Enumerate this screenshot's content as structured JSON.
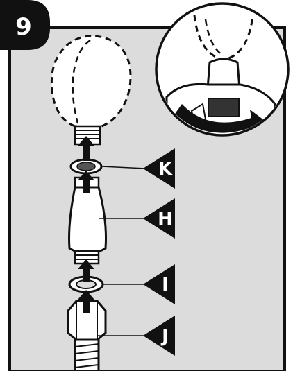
{
  "step": {
    "number": "9"
  },
  "callouts": [
    {
      "id": "K",
      "label": "K",
      "part": "screen-washer"
    },
    {
      "id": "H",
      "label": "H",
      "part": "adapter"
    },
    {
      "id": "I",
      "label": "I",
      "part": "washer"
    },
    {
      "id": "J",
      "label": "J",
      "part": "hose-nut"
    }
  ],
  "colors": {
    "panel": "#dcdcdc",
    "ink": "#111111",
    "paper": "#ffffff",
    "callout": "#111111"
  },
  "icons": [
    "up-arrow-icon",
    "rotate-arrow-icon"
  ]
}
